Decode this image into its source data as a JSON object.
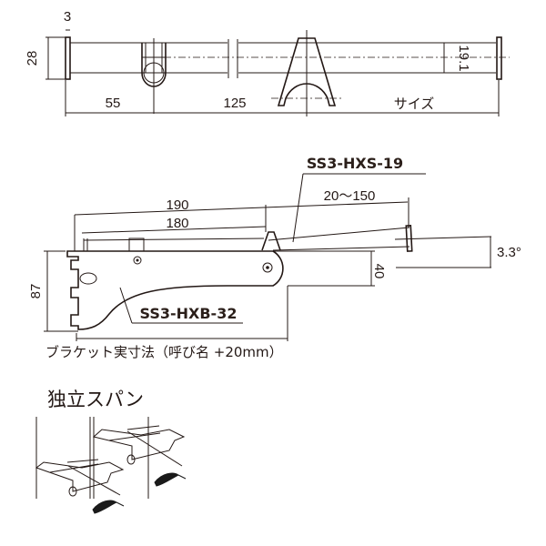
{
  "top_view": {
    "dim_flange_thickness": "3",
    "dim_height": "28",
    "dim_left_offset": "55",
    "dim_center_offset": "125",
    "dim_pipe_diameter": "19.1",
    "size_label": "サイズ"
  },
  "side_view": {
    "part_rail": "SS3-HXS-19",
    "part_bracket": "SS3-HXB-32",
    "dim_190": "190",
    "dim_180": "180",
    "dim_extension": "20〜150",
    "dim_angle": "3.3°",
    "dim_40": "40",
    "dim_87": "87",
    "caption": "ブラケット実寸法（呼び名 +20mm）"
  },
  "usage": {
    "title": "独立スパン"
  },
  "colors": {
    "line": "#231815",
    "fill_light": "#efebe4",
    "handle": "#1a1a1a"
  }
}
